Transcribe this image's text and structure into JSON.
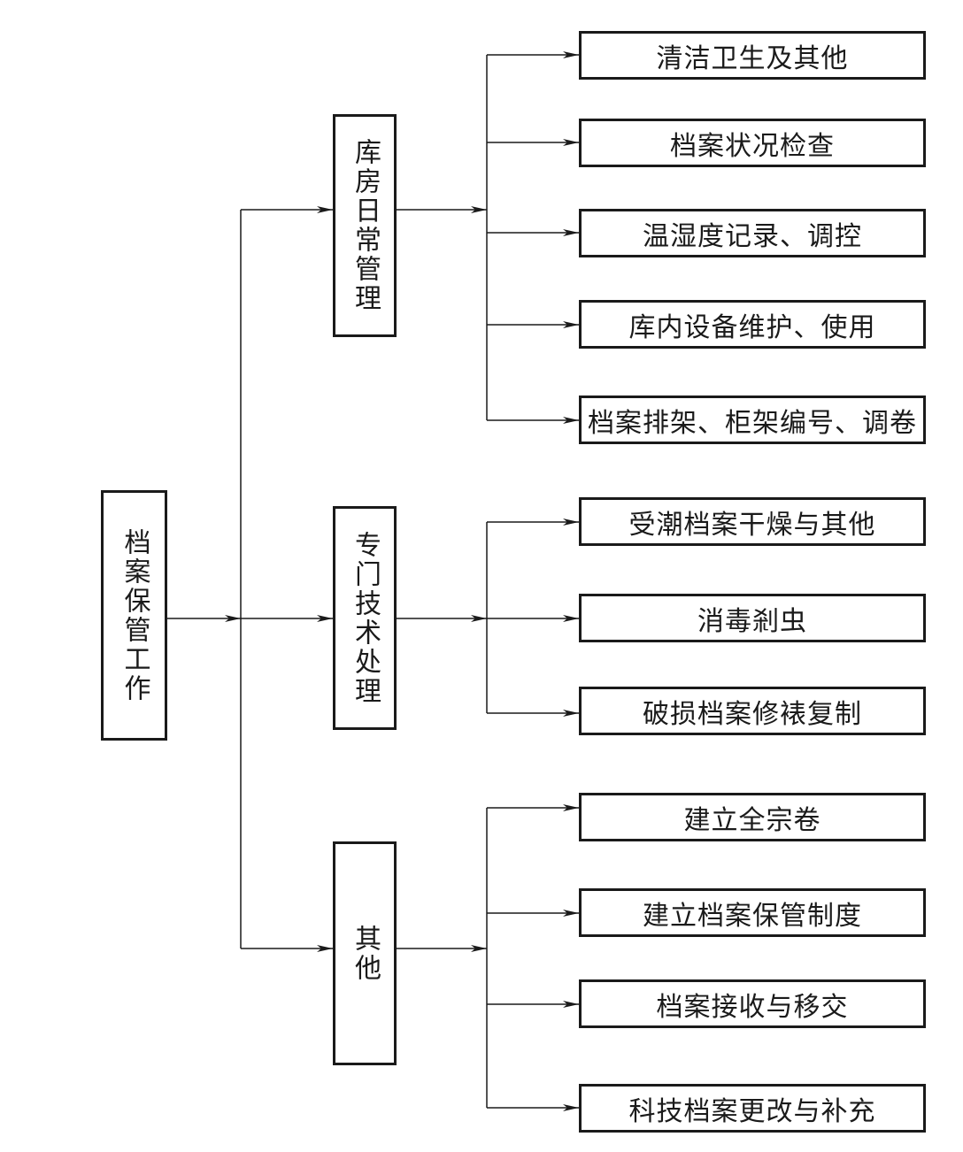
{
  "root": {
    "label": "档案保管工作"
  },
  "categories": [
    {
      "label": "库房日常管理",
      "items": [
        "清洁卫生及其他",
        "档案状况检查",
        "温湿度记录、调控",
        "库内设备维护、使用",
        "档案排架、柜架编号、调卷"
      ]
    },
    {
      "label": "专门技术处理",
      "items": [
        "受潮档案干燥与其他",
        "消毒剎虫",
        "破损档案修裱复制"
      ]
    },
    {
      "label": "其他",
      "items": [
        "建立全宗卷",
        "建立档案保管制度",
        "档案接收与移交",
        "科技档案更改与补充"
      ]
    }
  ]
}
